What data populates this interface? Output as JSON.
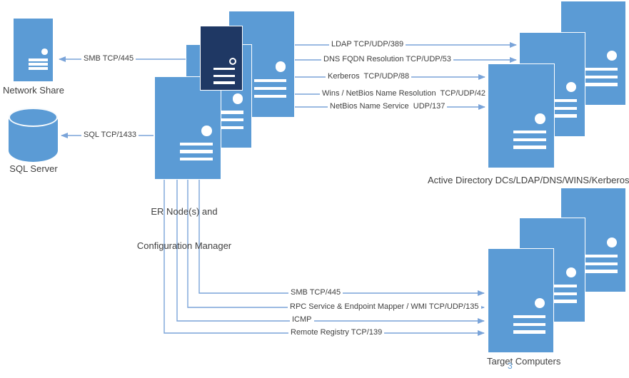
{
  "nodes": {
    "network_share": {
      "label": "Network Share"
    },
    "sql_server": {
      "label": "SQL Server"
    },
    "er_node": {
      "label_line1": "ER Node(s) and",
      "label_line2": "Configuration Manager"
    },
    "active_directory": {
      "label": "Active Directory DCs/LDAP/DNS/WINS/Kerberos"
    },
    "target_computers": {
      "label": "Target Computers",
      "stray_glyph": "3"
    }
  },
  "connections": {
    "smb_to_share": {
      "label": "SMB TCP/445"
    },
    "sql": {
      "label": "SQL TCP/1433"
    },
    "ldap": {
      "label": "LDAP TCP/UDP/389"
    },
    "dns": {
      "label": "DNS FQDN Resolution TCP/UDP/53"
    },
    "kerberos": {
      "label": "Kerberos  TCP/UDP/88"
    },
    "wins": {
      "label": "Wins / NetBios Name Resolution  TCP/UDP/42"
    },
    "netbios": {
      "label": "NetBios Name Service  UDP/137"
    },
    "smb_to_targets": {
      "label": "SMB TCP/445"
    },
    "rpc_wmi": {
      "label": "RPC Service & Endpoint Mapper / WMI TCP/UDP/135"
    },
    "icmp": {
      "label": "ICMP"
    },
    "remote_registry": {
      "label": "Remote Registry TCP/139"
    }
  },
  "colors": {
    "server_fill": "#5B9BD5",
    "server_dark_fill": "#1F3864",
    "connector": "#7AA4D9",
    "label_text": "#404040"
  }
}
